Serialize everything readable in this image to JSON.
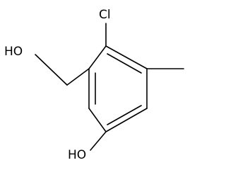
{
  "molecule": {
    "atom_labels": {
      "chlorine": "Cl",
      "hydroxymethyl_oxygen": "HO",
      "phenol_oxygen": "HO"
    }
  },
  "colors": {
    "bond": "#000000",
    "text": "#000000",
    "background": "#ffffff"
  }
}
